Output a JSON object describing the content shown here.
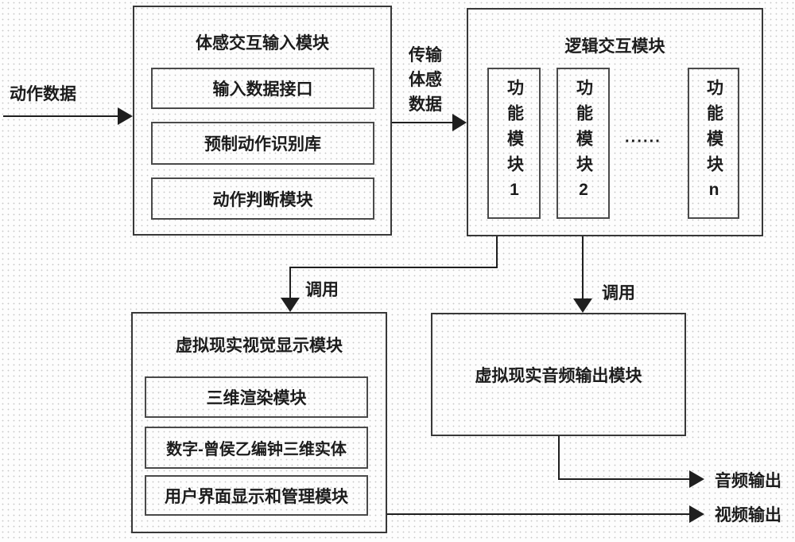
{
  "labels": {
    "action_data": "动作数据",
    "transfer": "传输\n体感\n数据",
    "call_left": "调用",
    "call_right": "调用",
    "audio_output": "音频输出",
    "video_output": "视频输出"
  },
  "boxes": {
    "somatosensory": {
      "title": "体感交互输入模块",
      "items": [
        "输入数据接口",
        "预制动作识别库",
        "动作判断模块"
      ]
    },
    "logic": {
      "title": "逻辑交互模块",
      "modules": [
        "功能模块1",
        "功能模块2",
        "功能模块n"
      ],
      "ellipsis": "······"
    },
    "visual": {
      "title": "虚拟现实视觉显示模块",
      "items": [
        "三维渲染模块",
        "数字-曾侯乙编钟三维实体",
        "用户界面显示和管理模块"
      ]
    },
    "audio": {
      "title": "虚拟现实音频输出模块"
    }
  },
  "colors": {
    "line": "#1f1f1f",
    "border": "#383838",
    "text": "#1c1c1c",
    "background": "#fdfdfd"
  }
}
